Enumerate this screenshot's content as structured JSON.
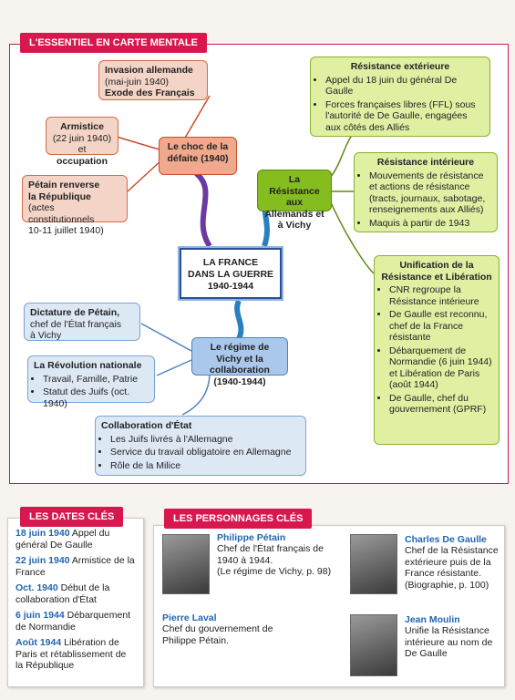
{
  "header": {
    "title": "L'ESSENTIEL EN CARTE MENTALE"
  },
  "center": {
    "line1": "LA FRANCE",
    "line2": "DANS LA GUERRE",
    "line3": "1940-1944"
  },
  "choc": {
    "node": "Le choc de la défaite (1940)",
    "invasion": {
      "t1": "Invasion allemande",
      "t2": "(mai-juin 1940)",
      "t3": "Exode des Français"
    },
    "armistice": {
      "t1": "Armistice",
      "t2": "(22 juin 1940)",
      "t3": "et",
      "t4": "occupation"
    },
    "petain": {
      "t1": "Pétain renverse",
      "t2": "la République",
      "t3": "(actes constitutionnels",
      "t4": "10-11 juillet 1940)"
    }
  },
  "resistance": {
    "node": "La Résistance aux Allemands et à Vichy",
    "exterieure": {
      "title": "Résistance extérieure",
      "items": [
        "Appel du 18 juin du général De Gaulle",
        "Forces françaises libres (FFL) sous l'autorité de De Gaulle, engagées aux côtés des Alliés"
      ]
    },
    "interieure": {
      "title": "Résistance intérieure",
      "items": [
        "Mouvements de résistance et actions de résistance (tracts, journaux, sabotage, renseignements aux Alliés)",
        "Maquis à partir de 1943"
      ]
    },
    "unification": {
      "title": "Unification de la Résistance et Libération",
      "items": [
        "CNR regroupe la Résistance intérieure",
        "De Gaulle est reconnu, chef de la France résistante",
        "Débarquement de Normandie (6 juin 1944) et Libération de Paris (août 1944)",
        "De Gaulle, chef du gouvernement (GPRF)"
      ]
    }
  },
  "vichy": {
    "node": "Le régime de Vichy et la collaboration (1940-1944)",
    "dictature": {
      "t1": "Dictature de Pétain,",
      "t2": "chef de l'État français",
      "t3": "à Vichy"
    },
    "revolution": {
      "title": "La Révolution nationale",
      "items": [
        "Travail, Famille, Patrie",
        "Statut des Juifs (oct. 1940)"
      ]
    },
    "collaboration": {
      "title": "Collaboration d'État",
      "items": [
        "Les Juifs livrés à l'Allemagne",
        "Service du travail obligatoire en Allemagne",
        "Rôle de la Milice"
      ]
    }
  },
  "dates": {
    "title": "LES DATES CLÉS",
    "items": [
      {
        "date": "18 juin 1940",
        "text": "Appel du général De Gaulle"
      },
      {
        "date": "22 juin 1940",
        "text": "Armistice de la France"
      },
      {
        "date": "Oct. 1940",
        "text": "Début de la collaboration d'État"
      },
      {
        "date": "6 juin 1944",
        "text": "Débarquement de Normandie"
      },
      {
        "date": "Août 1944",
        "text": "Libération de Paris et rétablissement de la République"
      }
    ]
  },
  "personnages": {
    "title": "LES PERSONNAGES CLÉS",
    "petain": {
      "name": "Philippe Pétain",
      "desc": "Chef de l'État français de 1940 à 1944.",
      "ref": "(Le régime de Vichy, p. 98)"
    },
    "laval": {
      "name": "Pierre Laval",
      "desc": "Chef du gouvernement de Philippe Pétain."
    },
    "degaulle": {
      "name": "Charles De Gaulle",
      "desc": "Chef de la Résistance extérieure puis de la France résistante.",
      "ref": "(Biographie, p. 100)"
    },
    "moulin": {
      "name": "Jean Moulin",
      "desc": "Unifie la Résistance intérieure au nom de De Gaulle"
    }
  },
  "colors": {
    "accent": "#d8174f",
    "choc": "#f0a98c",
    "resistance": "#86bd1e",
    "vichy": "#a9c8ec",
    "date": "#2166b0"
  }
}
